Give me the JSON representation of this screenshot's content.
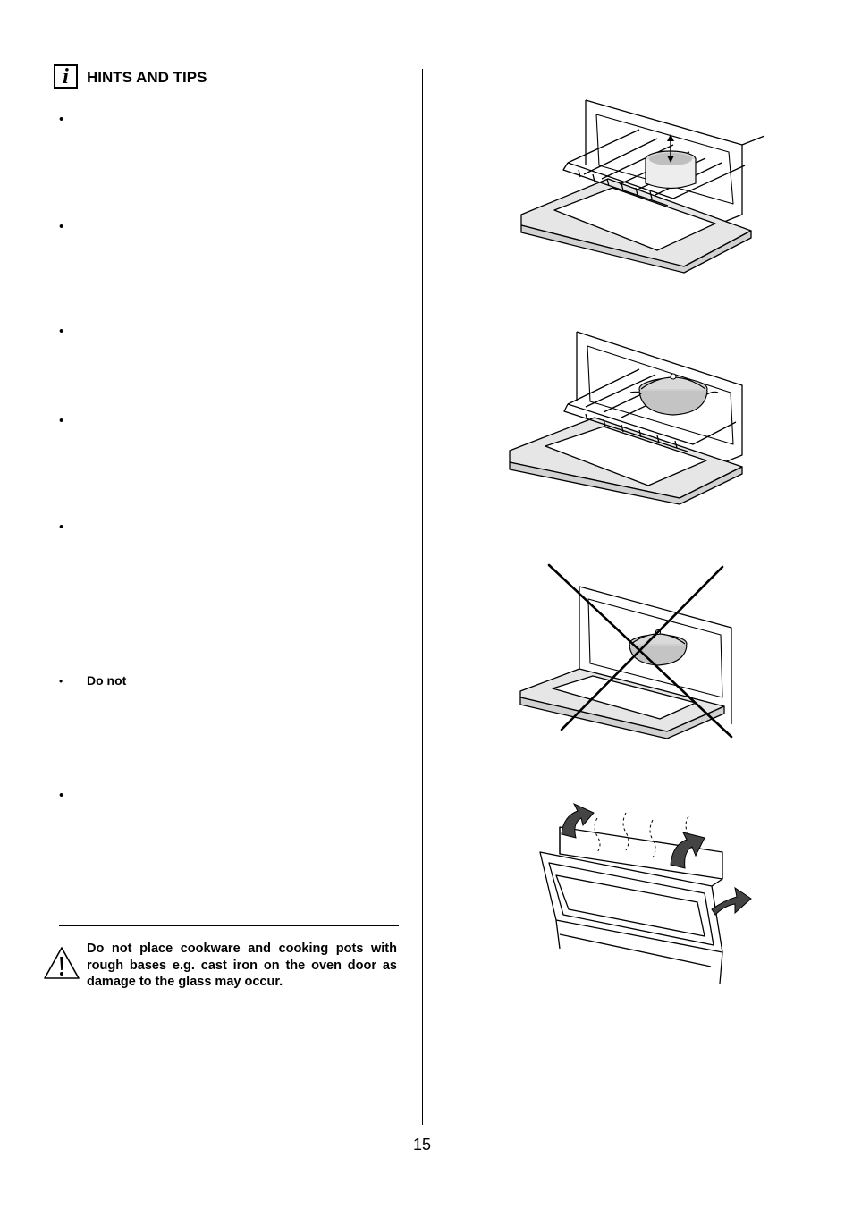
{
  "header": {
    "icon_glyph": "i",
    "title": "HINTS AND TIPS"
  },
  "bullets": [
    {
      "marker": "•",
      "text": ""
    },
    {
      "marker": "•",
      "text": ""
    },
    {
      "marker": "•",
      "text": ""
    },
    {
      "marker": "•",
      "text": ""
    },
    {
      "marker": "•",
      "text": ""
    },
    {
      "marker": "•",
      "text": "Do  not"
    },
    {
      "marker": "•",
      "text": ""
    }
  ],
  "warning": {
    "icon": "warning-triangle-icon",
    "text": "Do not place cookware and cooking pots with rough bases e.g. cast iron on the oven door as damage to the glass may occur."
  },
  "figures": [
    {
      "name": "oven-pan-on-shelf-figure",
      "icon": "up-down-arrow-icon"
    },
    {
      "name": "oven-casserole-on-shelf-figure"
    },
    {
      "name": "oven-casserole-on-door-crossed-figure",
      "icon": "cross-mark-icon"
    },
    {
      "name": "oven-door-steam-figure",
      "icon": "steam-arrows-icon"
    }
  ],
  "footer": {
    "page_number": "15"
  }
}
